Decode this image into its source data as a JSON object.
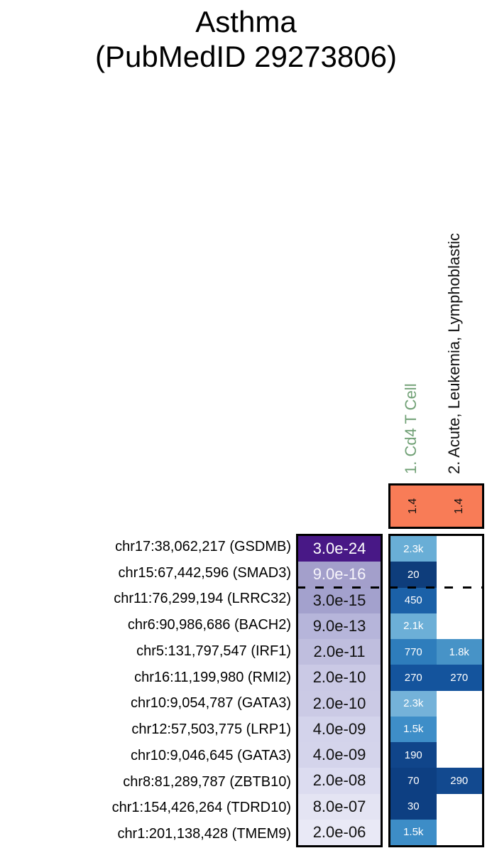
{
  "title": {
    "line1": "Asthma",
    "line2": "(PubMedID 29273806)"
  },
  "columns": [
    {
      "label": "1. Cd4 T Cell",
      "label_color": "#70a075",
      "header_value": "1.4"
    },
    {
      "label": "2. Acute, Leukemia, Lymphoblastic",
      "label_color": "#111111",
      "header_value": "1.4"
    }
  ],
  "header_band": {
    "bg": "#f87c57",
    "text_color": "#111111"
  },
  "rows": [
    {
      "locus": "chr17:38,062,217 (GSDMB)",
      "pvalue": "3.0e-24",
      "pvalue_bg": "#481886",
      "pvalue_color": "#ffffff",
      "cells": [
        {
          "value": "2.3k",
          "bg": "#69aed6"
        },
        null
      ]
    },
    {
      "locus": "chr15:67,442,596 (SMAD3)",
      "pvalue": "9.0e-16",
      "pvalue_bg": "#a39fcb",
      "pvalue_color": "#f7f5fb",
      "cells": [
        {
          "value": "20",
          "bg": "#0e3d7b"
        },
        null
      ]
    },
    {
      "locus": "chr11:76,299,194 (LRRC32)",
      "pvalue": "3.0e-15",
      "pvalue_bg": "#a3a1cd",
      "pvalue_color": "#111111",
      "cells": [
        {
          "value": "450",
          "bg": "#1b61a8"
        },
        null
      ]
    },
    {
      "locus": "chr6:90,986,686 (BACH2)",
      "pvalue": "9.0e-13",
      "pvalue_bg": "#b6b5da",
      "pvalue_color": "#111111",
      "cells": [
        {
          "value": "2.1k",
          "bg": "#6cafd7"
        },
        null
      ]
    },
    {
      "locus": "chr5:131,797,547 (IRF1)",
      "pvalue": "2.0e-11",
      "pvalue_bg": "#bfbede",
      "pvalue_color": "#111111",
      "cells": [
        {
          "value": "770",
          "bg": "#2e7dbc"
        },
        {
          "value": "1.8k",
          "bg": "#4793c7"
        }
      ]
    },
    {
      "locus": "chr16:11,199,980 (RMI2)",
      "pvalue": "2.0e-10",
      "pvalue_bg": "#cac9e5",
      "pvalue_color": "#111111",
      "cells": [
        {
          "value": "270",
          "bg": "#14549d"
        },
        {
          "value": "270",
          "bg": "#14549d"
        }
      ]
    },
    {
      "locus": "chr10:9,054,787 (GATA3)",
      "pvalue": "2.0e-10",
      "pvalue_bg": "#cbcae5",
      "pvalue_color": "#111111",
      "cells": [
        {
          "value": "2.3k",
          "bg": "#74b2d9"
        },
        null
      ]
    },
    {
      "locus": "chr12:57,503,775 (LRP1)",
      "pvalue": "4.0e-09",
      "pvalue_bg": "#d3d3eb",
      "pvalue_color": "#111111",
      "cells": [
        {
          "value": "1.5k",
          "bg": "#3e8ec8"
        },
        null
      ]
    },
    {
      "locus": "chr10:9,046,645 (GATA3)",
      "pvalue": "4.0e-09",
      "pvalue_bg": "#d4d4eb",
      "pvalue_color": "#111111",
      "cells": [
        {
          "value": "190",
          "bg": "#10458a"
        },
        null
      ]
    },
    {
      "locus": "chr8:81,289,787 (ZBTB10)",
      "pvalue": "2.0e-08",
      "pvalue_bg": "#dcdcf0",
      "pvalue_color": "#111111",
      "cells": [
        {
          "value": "70",
          "bg": "#0d3f82"
        },
        {
          "value": "290",
          "bg": "#12498f"
        }
      ]
    },
    {
      "locus": "chr1:154,426,264 (TDRD10)",
      "pvalue": "8.0e-07",
      "pvalue_bg": "#e4e4f3",
      "pvalue_color": "#111111",
      "cells": [
        {
          "value": "30",
          "bg": "#0d3f82"
        },
        null
      ]
    },
    {
      "locus": "chr1:201,138,428 (TMEM9)",
      "pvalue": "2.0e-06",
      "pvalue_bg": "#e9e9f6",
      "pvalue_color": "#111111",
      "cells": [
        {
          "value": "1.5k",
          "bg": "#3d8dc7"
        },
        null
      ]
    }
  ],
  "dashed_separator_after_row": 2,
  "chart_data": {
    "type": "heatmap",
    "title": "Asthma (PubMedID 29273806)",
    "columns": [
      "1. Cd4 T Cell",
      "2. Acute, Leukemia, Lymphoblastic"
    ],
    "column_header_values": [
      1.4,
      1.4
    ],
    "rows": [
      "chr17:38,062,217 (GSDMB)",
      "chr15:67,442,596 (SMAD3)",
      "chr11:76,299,194 (LRRC32)",
      "chr6:90,986,686 (BACH2)",
      "chr5:131,797,547 (IRF1)",
      "chr16:11,199,980 (RMI2)",
      "chr10:9,054,787 (GATA3)",
      "chr12:57,503,775 (LRP1)",
      "chr10:9,046,645 (GATA3)",
      "chr8:81,289,787 (ZBTB10)",
      "chr1:154,426,264 (TDRD10)",
      "chr1:201,138,428 (TMEM9)"
    ],
    "pvalues": [
      "3.0e-24",
      "9.0e-16",
      "3.0e-15",
      "9.0e-13",
      "2.0e-11",
      "2.0e-10",
      "2.0e-10",
      "4.0e-09",
      "4.0e-09",
      "2.0e-08",
      "8.0e-07",
      "2.0e-06"
    ],
    "cell_values": [
      [
        "2.3k",
        null
      ],
      [
        "20",
        null
      ],
      [
        "450",
        null
      ],
      [
        "2.1k",
        null
      ],
      [
        "770",
        "1.8k"
      ],
      [
        "270",
        "270"
      ],
      [
        "2.3k",
        null
      ],
      [
        "1.5k",
        null
      ],
      [
        "190",
        null
      ],
      [
        "70",
        "290"
      ],
      [
        "30",
        null
      ],
      [
        "1.5k",
        null
      ]
    ],
    "legend_position": "none",
    "grid": false,
    "layout_hints": "p-value column shaded purple (darker = more significant); heatmap cells shaded blue (darker = smaller value); dashed black line after row 2"
  }
}
